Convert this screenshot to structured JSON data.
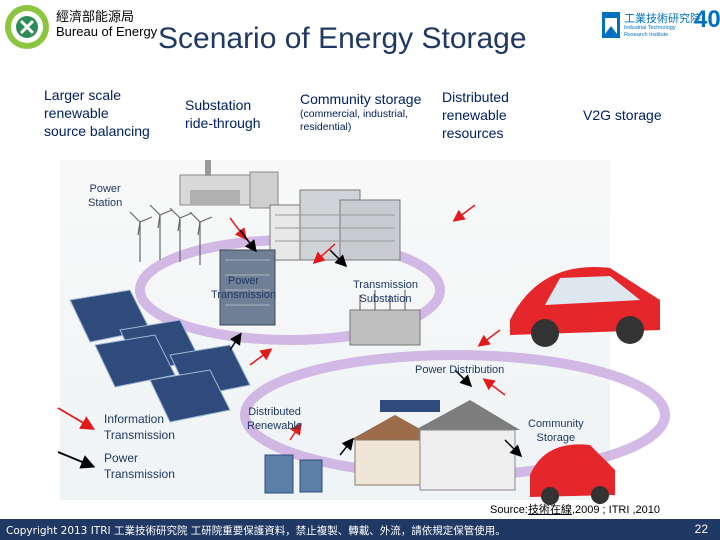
{
  "header": {
    "ministry_cn": "經濟部能源局",
    "ministry_en": "Bureau of Energy",
    "title": "Scenario of Energy Storage",
    "itri_cn": "工業技術研究院",
    "itri_en_line1": "Industrial Technology",
    "itri_en_line2": "Research Institute",
    "anniversary": "40"
  },
  "categories": {
    "large_scale": [
      "Larger scale",
      "renewable",
      "source balancing"
    ],
    "substation": [
      "Substation",
      "ride-through"
    ],
    "community": "Community storage",
    "community_sub": [
      "(commercial, industrial,",
      "residential)"
    ],
    "distributed": [
      "Distributed",
      "renewable",
      "resources"
    ],
    "v2g": "V2G storage"
  },
  "diagram": {
    "power_station": [
      "Power",
      "Station"
    ],
    "power_transmission": [
      "Power",
      "Transmission"
    ],
    "transmission_substation": [
      "Transmission",
      "Substation"
    ],
    "power_distribution": "Power Distribution",
    "distributed_renewable": [
      "Distributed",
      "Renewable"
    ],
    "community_storage": [
      "Community",
      "Storage"
    ]
  },
  "legend": {
    "information": [
      "Information",
      "Transmission"
    ],
    "power": [
      "Power",
      "Transmission"
    ]
  },
  "colors": {
    "title": "#1f3864",
    "info_arrow": "#e31a1c",
    "power_arrow": "#000000",
    "ring": "#c9a9e0",
    "footer": "#1f3864"
  },
  "source": {
    "prefix": "Source:",
    "cn": "技術在線",
    "suffix": ",2009 ; ITRI ,2010"
  },
  "footer": {
    "copyright": "Copyright 2013 ITRI 工業技術研究院 工研院重要保護資料，禁止複製、轉載、外流，請依規定保管使用。",
    "page": "22"
  }
}
